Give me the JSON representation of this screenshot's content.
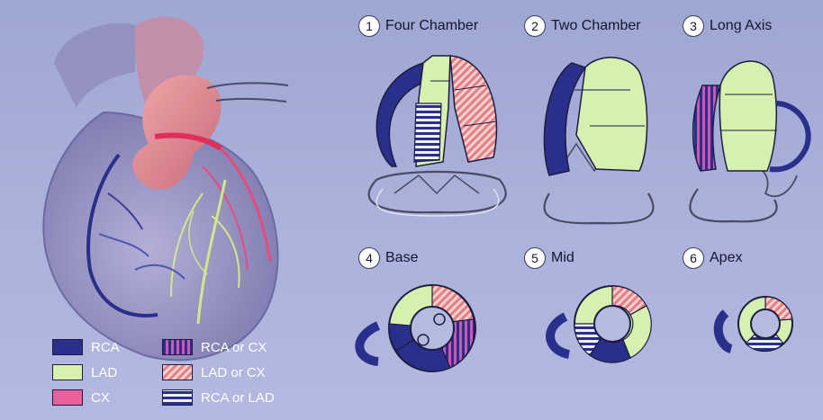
{
  "colors": {
    "rca": "#2a2f8c",
    "lad": "#d6f0b0",
    "cx": "#e8609c",
    "rca_or_cx_stripe": "#c858b0",
    "lad_or_cx_stripe": "#e87a90",
    "rca_or_lad_stripe": "#eef0ff",
    "background": "#a9b0da"
  },
  "views": [
    {
      "number": "1",
      "name": "Four Chamber"
    },
    {
      "number": "2",
      "name": "Two Chamber"
    },
    {
      "number": "3",
      "name": "Long Axis"
    },
    {
      "number": "4",
      "name": "Base"
    },
    {
      "number": "5",
      "name": "Mid"
    },
    {
      "number": "6",
      "name": "Apex"
    }
  ],
  "legend": [
    {
      "label": "RCA",
      "icon": "rca-swatch"
    },
    {
      "label": "LAD",
      "icon": "lad-swatch"
    },
    {
      "label": "CX",
      "icon": "cx-swatch"
    },
    {
      "label": "RCA or CX",
      "icon": "rca-or-cx-swatch"
    },
    {
      "label": "LAD or CX",
      "icon": "lad-or-cx-swatch"
    },
    {
      "label": "RCA or LAD",
      "icon": "rca-or-lad-swatch"
    }
  ]
}
